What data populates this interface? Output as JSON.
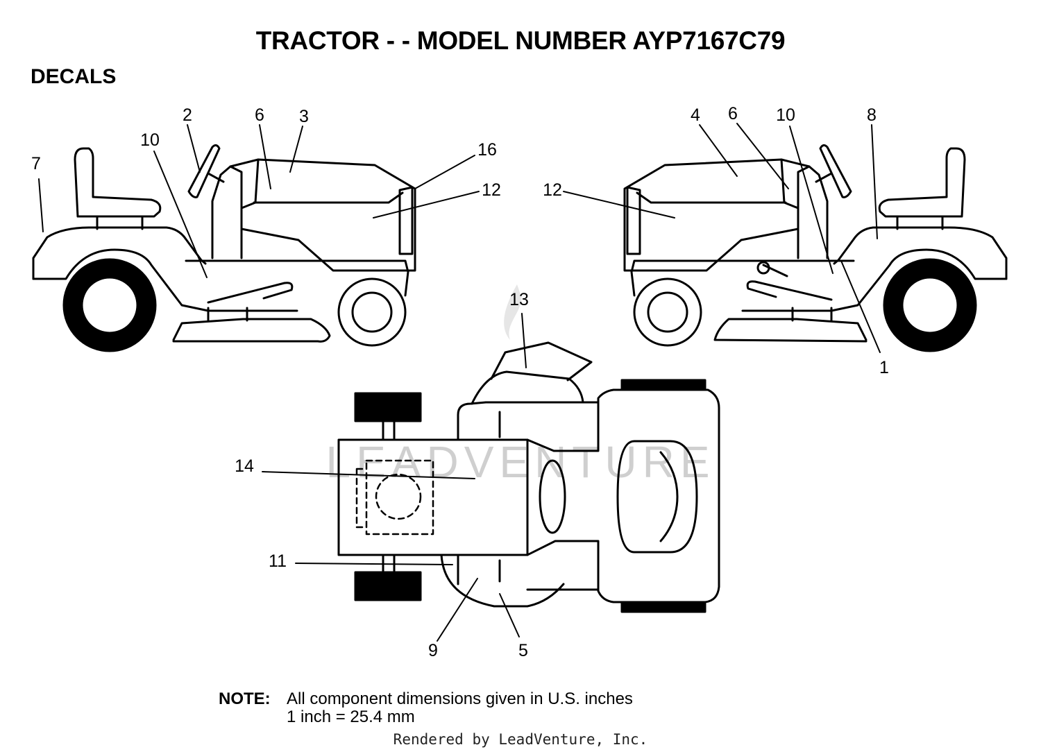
{
  "title": "TRACTOR - - MODEL NUMBER AYP7167C79",
  "section": "DECALS",
  "callouts": {
    "c1": "1",
    "c2": "2",
    "c3": "3",
    "c4": "4",
    "c5": "5",
    "c6": "6",
    "c7": "7",
    "c8": "8",
    "c9": "9",
    "c10": "10",
    "c11": "11",
    "c12": "12",
    "c13": "13",
    "c14": "14",
    "c16": "16"
  },
  "note": {
    "label": "NOTE:",
    "line1": "All component dimensions given in U.S. inches",
    "line2": "1 inch = 25.4 mm"
  },
  "watermark": "LEADVENTURE",
  "rendered_by": "Rendered by LeadVenture, Inc."
}
